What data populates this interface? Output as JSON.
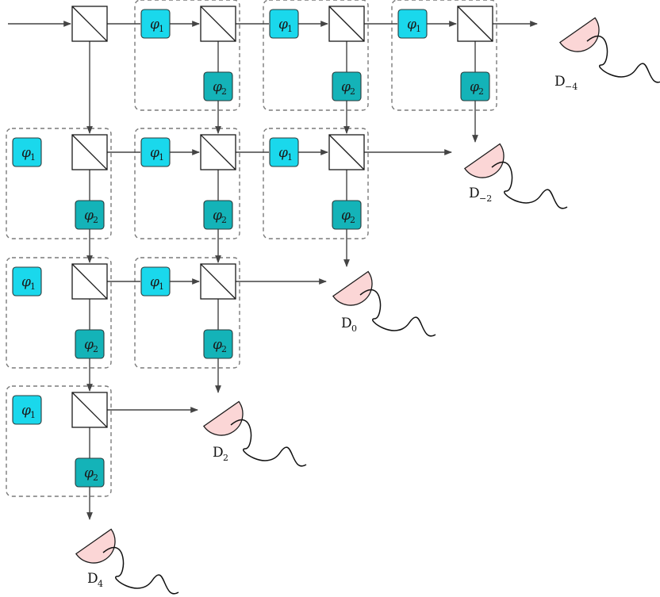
{
  "colors": {
    "phi1": "#1ad8ec",
    "phi2": "#14b3b8",
    "detector": "#fbd6d6",
    "wire": "#444444",
    "group_border": "#7a7a7a"
  },
  "phase_labels": {
    "phi1": {
      "symbol": "φ",
      "sub": "1"
    },
    "phi2": {
      "symbol": "φ",
      "sub": "2"
    }
  },
  "detectors": [
    {
      "label": "D",
      "sub": "−4"
    },
    {
      "label": "D",
      "sub": "−2"
    },
    {
      "label": "D",
      "sub": "0"
    },
    {
      "label": "D",
      "sub": "2"
    },
    {
      "label": "D",
      "sub": "4"
    }
  ]
}
